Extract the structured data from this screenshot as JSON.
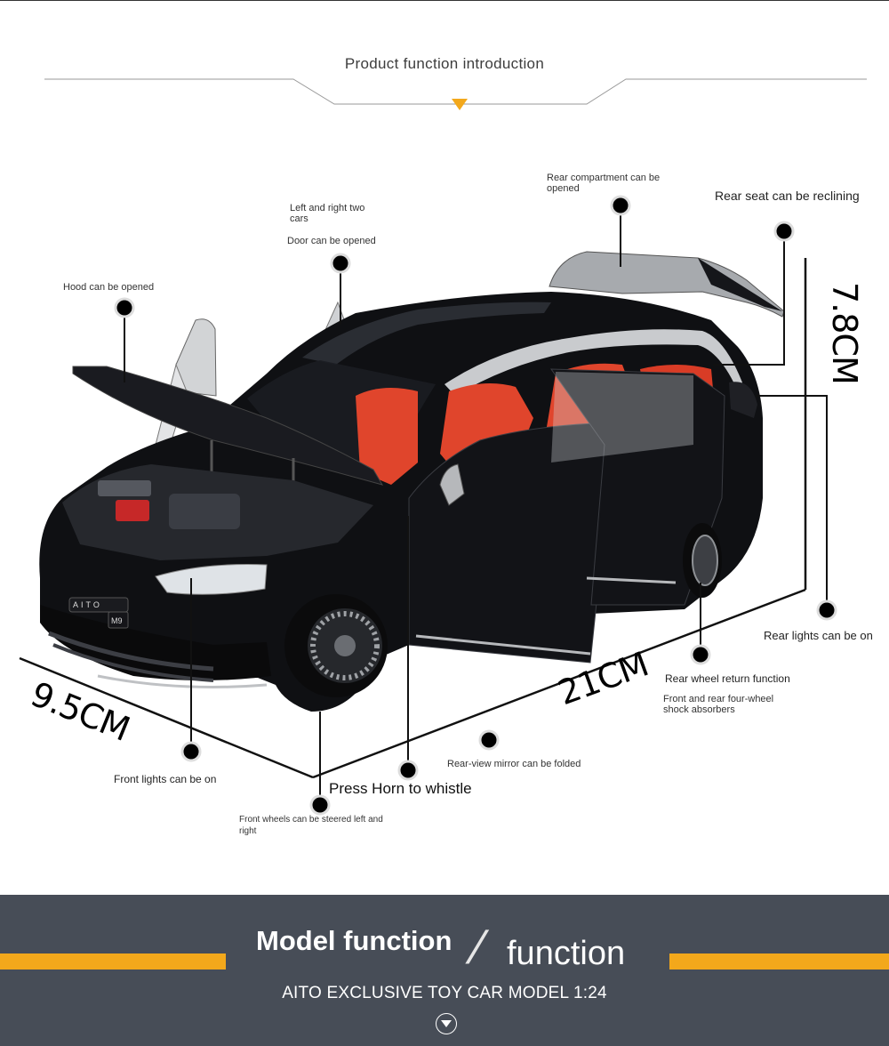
{
  "header": {
    "title": "Product function introduction"
  },
  "callouts": {
    "hood": "Hood can be opened",
    "doors_line1": "Left and right two",
    "doors_line2": "cars",
    "doors_open": "Door can be opened",
    "rear_compartment_line1": "Rear compartment can be",
    "rear_compartment_line2": "opened",
    "rear_seat": "Rear seat can be reclining",
    "rear_lights": "Rear lights can be on",
    "rear_wheel": "Rear wheel return function",
    "shock_line1": "Front and rear four-wheel",
    "shock_line2": "shock absorbers",
    "mirror": "Rear-view mirror can be folded",
    "horn": "Press Horn to whistle",
    "front_lights": "Front lights can be on",
    "front_wheels_line1": "Front wheels can be steered left and",
    "front_wheels_line2": "right"
  },
  "dimensions": {
    "height": "7.8CM",
    "length": "21CM",
    "width": "9.5CM"
  },
  "car": {
    "badge": "AITO",
    "plate": "M9"
  },
  "footer": {
    "title": "Model function",
    "subtitle": "function",
    "model": "AITO EXCLUSIVE TOY CAR MODEL 1:24"
  },
  "colors": {
    "accent": "#f3a81b",
    "footer_bg": "#474d57",
    "car_body": "#0d0d0f",
    "interior": "#e0452c",
    "roof_trim": "#c9cbce"
  }
}
